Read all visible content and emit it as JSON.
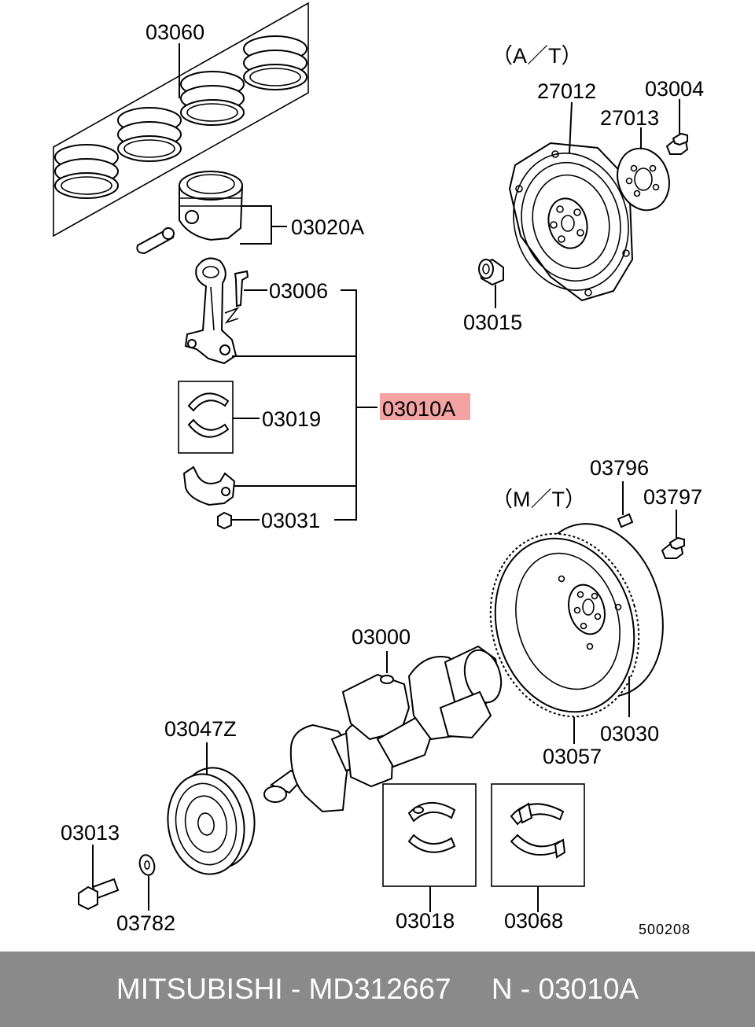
{
  "diagram": {
    "labels": {
      "p03060": "03060",
      "p03020A": "03020A",
      "p03006": "03006",
      "p03010A": "03010A",
      "p03019": "03019",
      "p03031": "03031",
      "pAT": "（A／T）",
      "p27012": "27012",
      "p03004": "03004",
      "p27013": "27013",
      "p03015": "03015",
      "p03796": "03796",
      "pMT": "（M／T）",
      "p03797": "03797",
      "p03000": "03000",
      "p03030": "03030",
      "p03057": "03057",
      "p03047Z": "03047Z",
      "p03013": "03013",
      "p03782": "03782",
      "p03018": "03018",
      "p03068": "03068",
      "ref": "500208"
    },
    "highlight_color": "#f4a3a3"
  },
  "footer": {
    "text": "MITSUBISHI - MD312667     N - 03010A",
    "background": "#8a8a8a",
    "color": "#ffffff"
  }
}
